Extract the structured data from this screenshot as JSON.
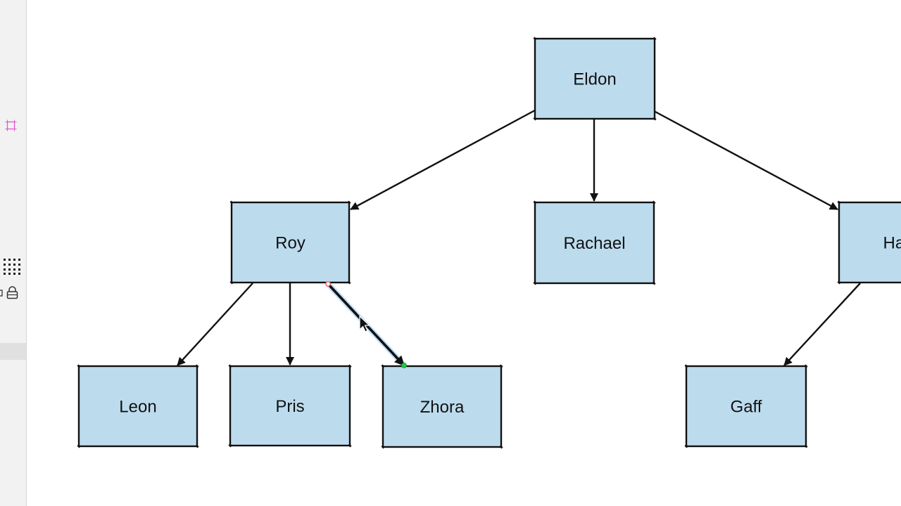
{
  "sidebar": {
    "icons": [
      "frame-icon",
      "grid-icon",
      "lock-icon"
    ]
  },
  "diagram": {
    "nodes": [
      {
        "id": "eldon",
        "label": "Eldon"
      },
      {
        "id": "roy",
        "label": "Roy"
      },
      {
        "id": "rachael",
        "label": "Rachael"
      },
      {
        "id": "han",
        "label": "Han"
      },
      {
        "id": "leon",
        "label": "Leon"
      },
      {
        "id": "pris",
        "label": "Pris"
      },
      {
        "id": "zhora",
        "label": "Zhora"
      },
      {
        "id": "gaff",
        "label": "Gaff"
      }
    ],
    "edges": [
      {
        "from": "eldon",
        "to": "roy"
      },
      {
        "from": "eldon",
        "to": "rachael"
      },
      {
        "from": "eldon",
        "to": "han"
      },
      {
        "from": "roy",
        "to": "leon"
      },
      {
        "from": "roy",
        "to": "pris"
      },
      {
        "from": "roy",
        "to": "zhora",
        "selected": true
      },
      {
        "from": "han",
        "to": "gaff"
      }
    ]
  },
  "colors": {
    "node_fill": "#bcdcee",
    "stroke": "#111111",
    "selection_start_handle": "#ff5a5a",
    "selection_end_handle": "#22cc44",
    "frame_icon": "#e24fd2"
  }
}
